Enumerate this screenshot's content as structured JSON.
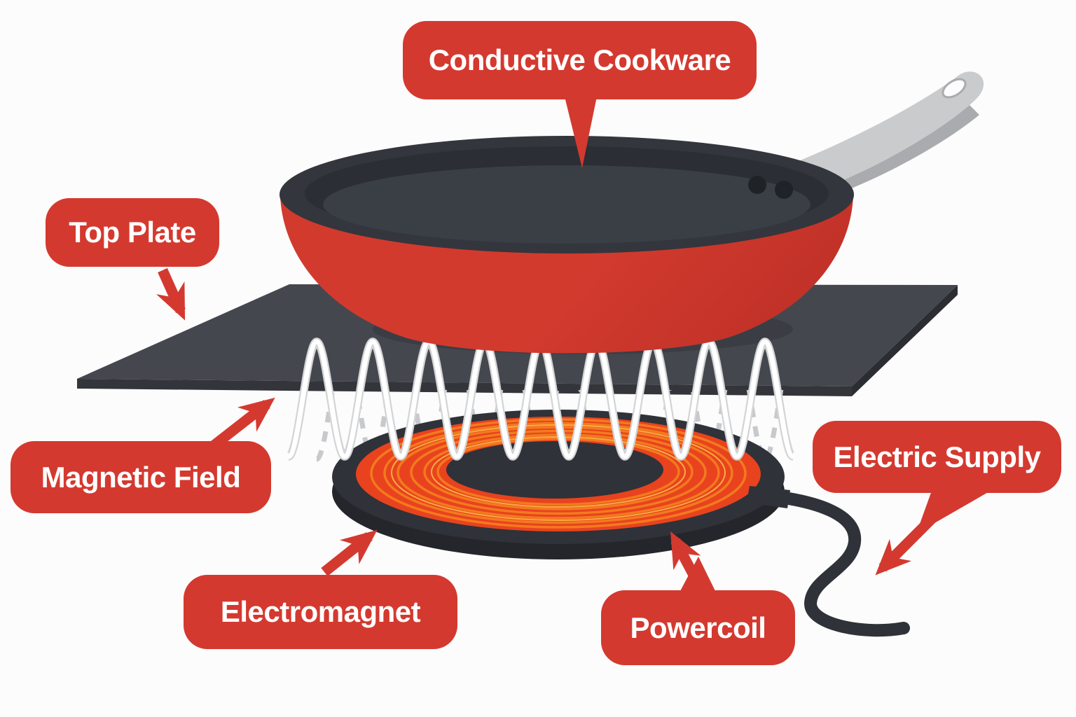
{
  "figure": {
    "subject": "induction-cooktop-labeled-diagram",
    "callouts": {
      "conductive_cookware": {
        "text": "Conductive Cookware",
        "points_to": "frying-pan"
      },
      "top_plate": {
        "text": "Top Plate",
        "points_to": "cooktop-plate"
      },
      "magnetic_field": {
        "text": "Magnetic Field",
        "points_to": "field-waves"
      },
      "electromagnet": {
        "text": "Electromagnet",
        "points_to": "heating-coil"
      },
      "powercoil": {
        "text": "Powercoil",
        "points_to": "heating-coil"
      },
      "electric_supply": {
        "text": "Electric Supply",
        "points_to": "power-cord"
      }
    }
  },
  "colors": {
    "background": "#FCFCFC",
    "callout_red": "#D4392F",
    "callout_text": "#FFFFFF",
    "pan_red": "#D23A2E",
    "pan_red_dark": "#C23228",
    "pan_dark": "#33363C",
    "pan_interior": "#2B2E34",
    "pan_floor": "#3A3E45",
    "plate_gray": "#45474E",
    "plate_edge": "#33353B",
    "coil_dark": "#2F3238",
    "coil_orange": "#E8431E",
    "coil_ring": "#F37A1E",
    "coil_ring_bright": "#F9AC45",
    "handle_silver": "#C9CBCD",
    "handle_shade": "#A9ABAE",
    "wave_white": "#FFFFFF",
    "wave_gray": "#C7C9CC"
  }
}
